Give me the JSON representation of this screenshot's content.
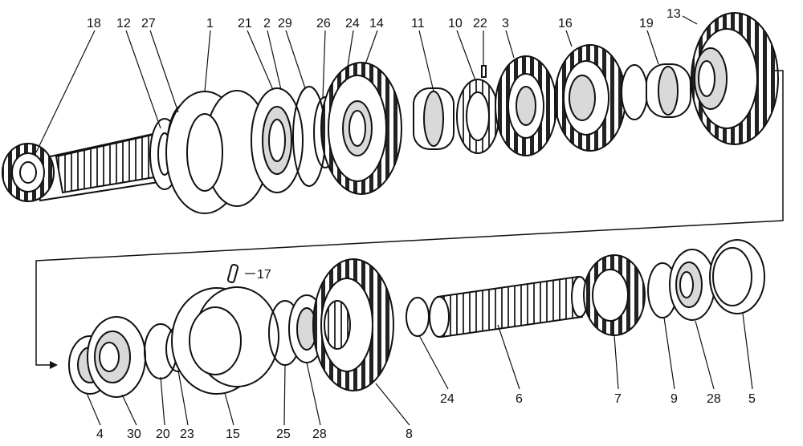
{
  "figure": {
    "colors": {
      "ink": "#111111",
      "paper": "#ffffff",
      "shade": "#d9d9d9"
    },
    "callouts_top": [
      "18",
      "12",
      "27",
      "1",
      "21",
      "2",
      "29",
      "26",
      "24",
      "14",
      "11",
      "10",
      "22",
      "3",
      "16",
      "19",
      "13"
    ],
    "callouts_bottom": [
      "17",
      "4",
      "30",
      "20",
      "23",
      "15",
      "25",
      "28",
      "8",
      "24",
      "6",
      "7",
      "9",
      "28",
      "5"
    ]
  }
}
